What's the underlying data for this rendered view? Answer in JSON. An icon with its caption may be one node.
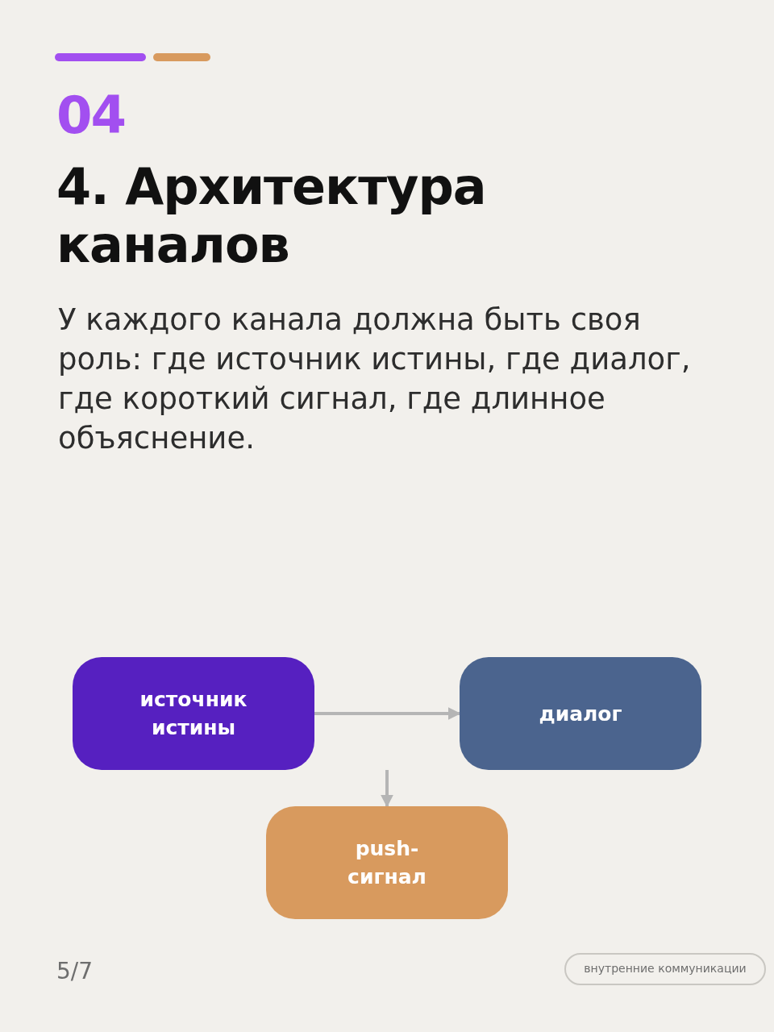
{
  "diagram": {
    "title": "4. Архитектура каналов",
    "nodes": [
      {
        "text": [
          "источник истины"
        ]
      },
      {
        "text": [
          "диалог"
        ]
      },
      {
        "text": [
          "push-сигнал"
        ]
      },
      {
        "text": [
          "внутренние коммуникации"
        ]
      }
    ],
    "edges": [
      {
        "from": 0,
        "to": 1,
        "arrow": "to"
      },
      {
        "from": null,
        "to": 2,
        "arrow": "to"
      }
    ],
    "labels": [
      "04",
      "У каждого канала должна быть своя роль: где источник истины, где диалог, где короткий сигнал, где длинное объяснение.",
      "5/7"
    ]
  }
}
